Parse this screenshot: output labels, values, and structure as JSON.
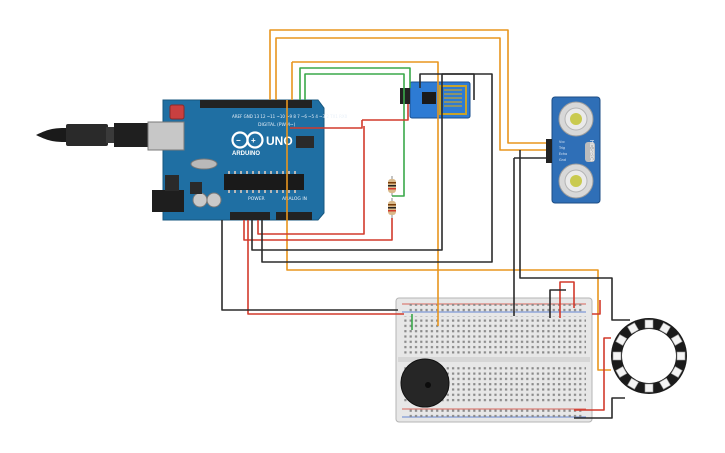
{
  "board": {
    "model": "UNO",
    "brand": "ARDUINO",
    "digital_header_label": "DIGITAL (PWM~)",
    "power_label": "POWER",
    "analog_label": "ANALOG IN"
  },
  "sensor": {
    "model": "HC-SR04",
    "pins": [
      "Vcc",
      "Trig",
      "Echo",
      "Gnd"
    ]
  },
  "wifi_module": {
    "type": "ESP8266 ESP-01"
  },
  "breadboard": {
    "type": "half-size"
  },
  "ring": {
    "type": "NeoPixel ring",
    "pixel_count": 12
  },
  "buzzer": {
    "type": "piezo"
  },
  "usb": {
    "type": "USB-B cable"
  },
  "resistors": {
    "count": 2
  },
  "colors": {
    "board": "#1f6fa3",
    "wire_orange": "#e8951e",
    "wire_red": "#d23a2c",
    "wire_green": "#3aa84a",
    "wire_black": "#2b2b2b"
  }
}
